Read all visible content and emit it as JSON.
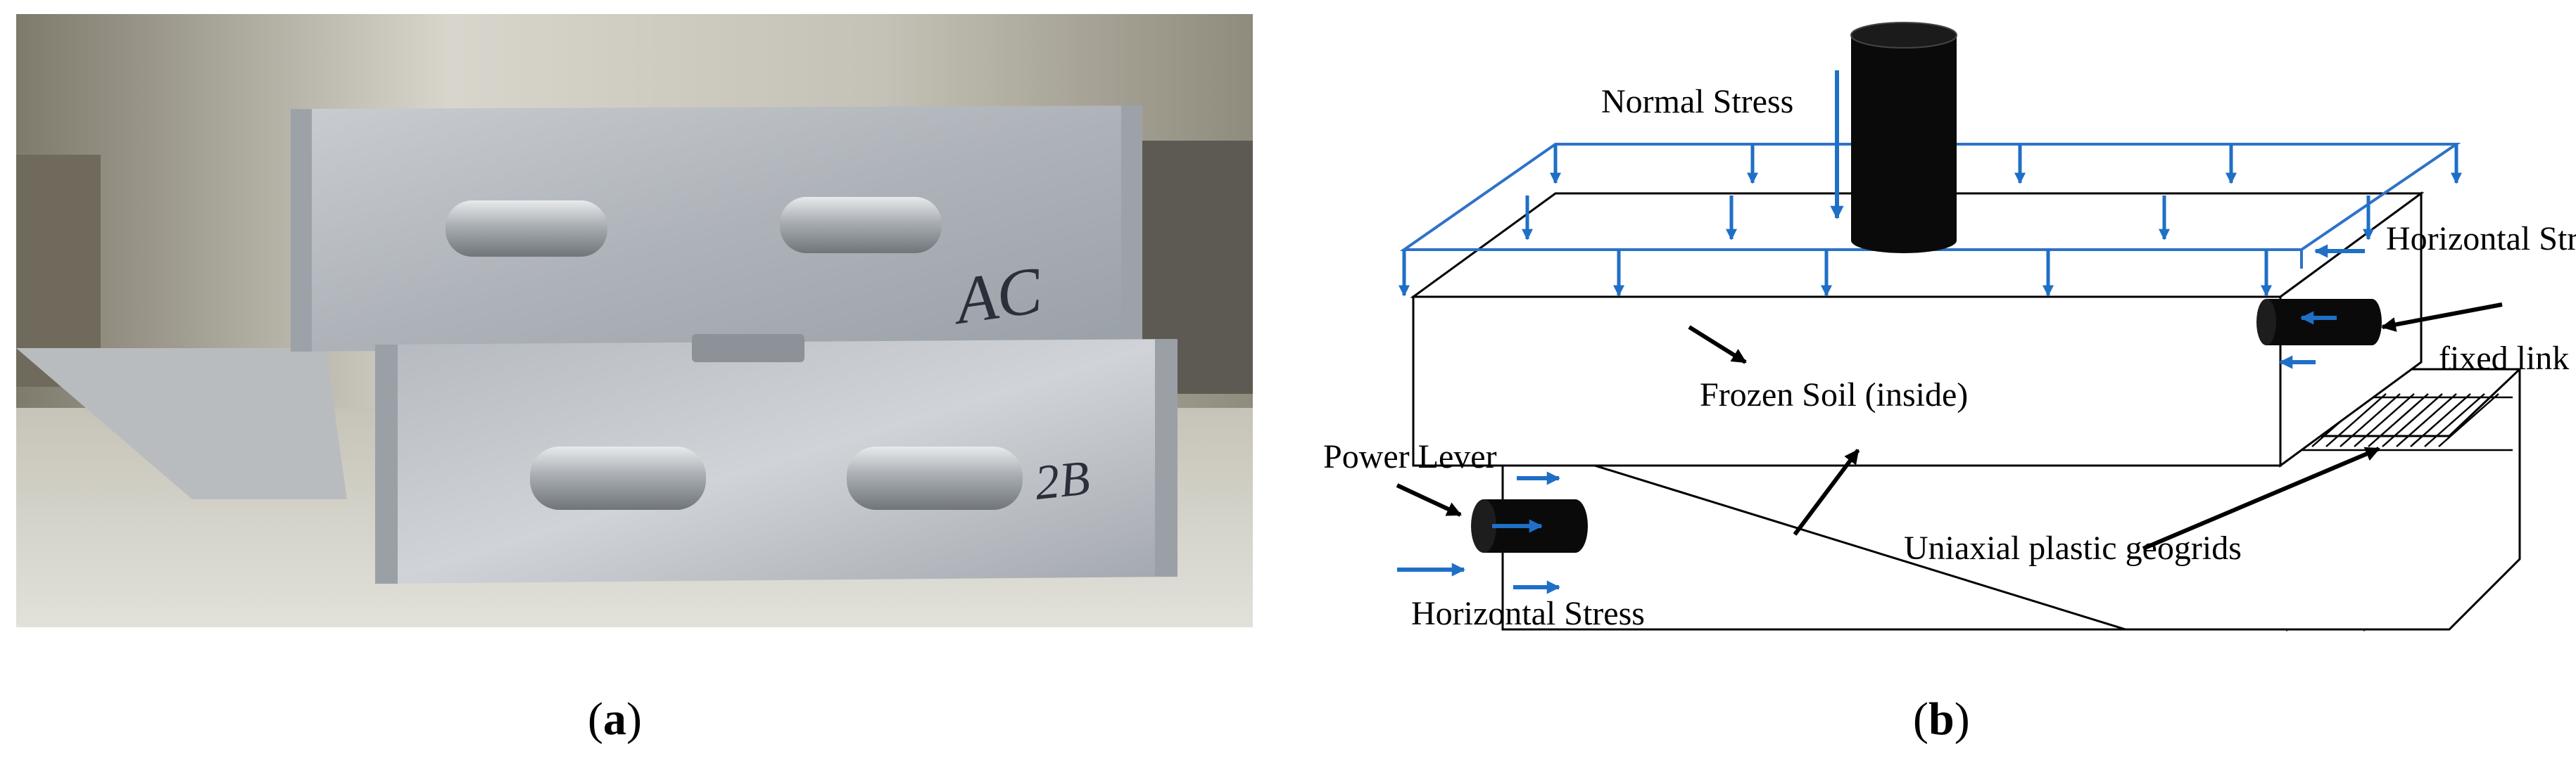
{
  "figure_a": {
    "caption_letter": "a",
    "box_labels": {
      "upper": "AC",
      "lower": "2B"
    }
  },
  "figure_b": {
    "caption_letter": "b",
    "labels": {
      "normal_stress": "Normal Stress",
      "horizontal_stress_right": "Horizontal Stress",
      "fixed_link": "fixed link",
      "frozen_soil": "Frozen Soil (inside)",
      "power_lever": "Power Lever",
      "geogrids": "Uniaxial plastic geogrids",
      "horizontal_stress_left": "Horizontal Stress"
    }
  },
  "colors": {
    "stress_arrow": "#1f6fc6",
    "load_frame": "#2e72c8",
    "line": "#000000",
    "cylinder": "#0a0a0a"
  }
}
